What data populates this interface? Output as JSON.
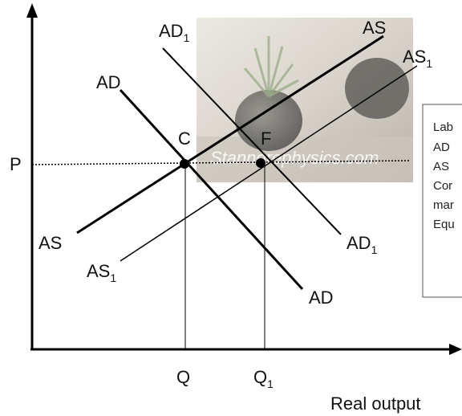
{
  "axis": {
    "y_label": "P",
    "x_label": "Real output",
    "q_label": "Q",
    "q1_label": "Q",
    "q1_sub": "1"
  },
  "curves": {
    "ad": "AD",
    "ad_bottom": "AD",
    "ad1": "AD",
    "ad1_sub": "1",
    "ad1_right": "AD",
    "ad1_right_sub": "1",
    "as_top": "AS",
    "as_left": "AS",
    "as1_top": "AS",
    "as1_top_sub": "1",
    "as1_left": "AS",
    "as1_left_sub": "1"
  },
  "points": {
    "c": "C",
    "f": "F"
  },
  "watermark": "Stannorephysics.com",
  "legend_box": {
    "lines": [
      "Lab",
      "AD",
      "AS",
      "Cor",
      "mar",
      "Equ"
    ]
  },
  "colors": {
    "line": "#000000",
    "photo_bg": "#d8d4cc"
  }
}
